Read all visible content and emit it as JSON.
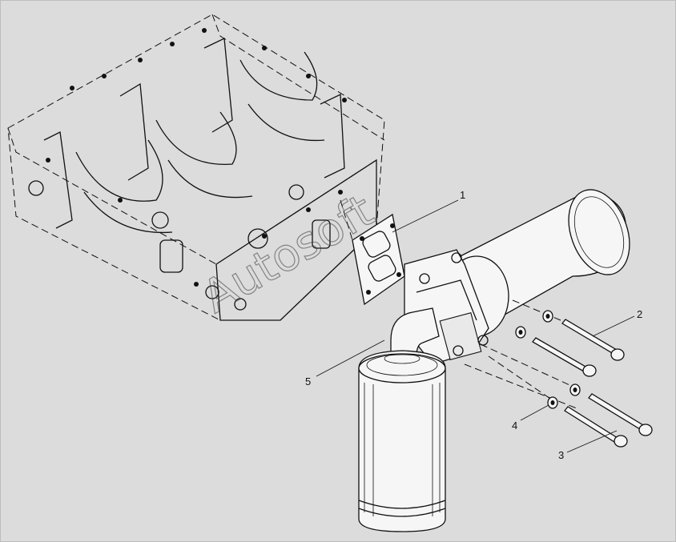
{
  "callouts": [
    {
      "id": "1",
      "label": "1"
    },
    {
      "id": "2",
      "label": "2"
    },
    {
      "id": "3",
      "label": "3"
    },
    {
      "id": "4",
      "label": "4"
    },
    {
      "id": "5",
      "label": "5"
    }
  ],
  "watermark": "Autosoft",
  "colors": {
    "background": "#dcdcdc",
    "line": "#111111",
    "part_fill": "#f6f6f6"
  }
}
